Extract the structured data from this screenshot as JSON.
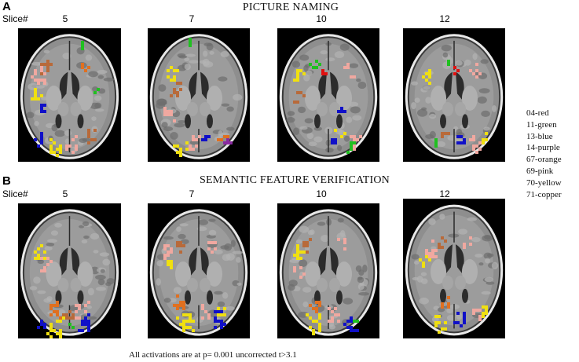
{
  "panel_a": {
    "letter": "A",
    "title": "PICTURE NAMING",
    "slice_label": "Slice#",
    "slices": [
      "5",
      "7",
      "10",
      "12"
    ]
  },
  "panel_b": {
    "letter": "B",
    "title": "SEMANTIC FEATURE VERIFICATION",
    "slice_label": "Slice#",
    "slices": [
      "5",
      "7",
      "10",
      "12"
    ]
  },
  "legend": [
    {
      "label": "04-red",
      "color": "#e01010"
    },
    {
      "label": "11-green",
      "color": "#20c020"
    },
    {
      "label": "13-blue",
      "color": "#1010c8"
    },
    {
      "label": "14-purple",
      "color": "#8a2aa0"
    },
    {
      "label": "67-orange",
      "color": "#e07020"
    },
    {
      "label": "69-pink",
      "color": "#f0a8a0"
    },
    {
      "label": "70-yellow",
      "color": "#f0e010"
    },
    {
      "label": "71-copper",
      "color": "#b86a3a"
    }
  ],
  "footnote": "All activations are at p= 0.001 uncorrected t>3.1"
}
